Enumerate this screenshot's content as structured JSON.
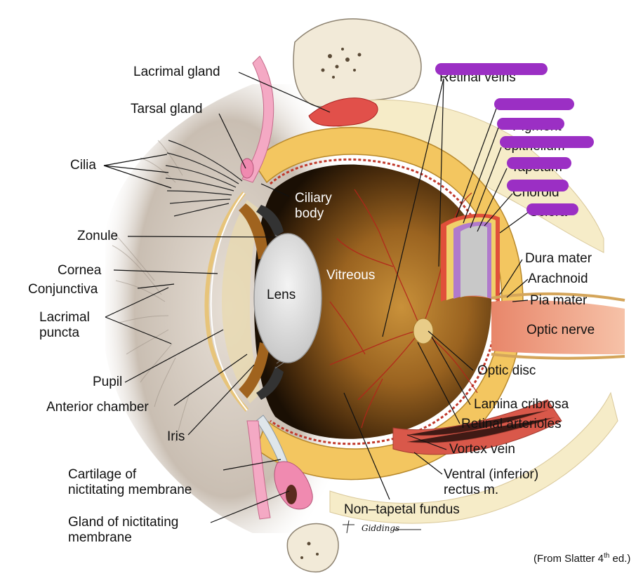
{
  "labels": {
    "lacrimal_gland": "Lacrimal gland",
    "tarsal_gland": "Tarsal gland",
    "cilia": "Cilia",
    "ciliary_body": "Ciliary\nbody",
    "zonule": "Zonule",
    "cornea": "Cornea",
    "conjunctiva": "Conjunctiva",
    "lacrimal_puncta": "Lacrimal\npuncta",
    "lens": "Lens",
    "vitreous": "Vitreous",
    "pupil": "Pupil",
    "anterior_chamber": "Anterior chamber",
    "iris": "Iris",
    "cartilage_nictitating": "Cartilage of\nnictitating membrane",
    "gland_nictitating": "Gland of nictitating\nmembrane",
    "non_tapetal_fundus": "Non–tapetal fundus",
    "dura_mater": "Dura mater",
    "arachnoid": "Arachnoid",
    "pia_mater": "Pia mater",
    "optic_nerve": "Optic nerve",
    "optic_disc": "Optic disc",
    "lamina_cribrosa": "Lamina cribrosa",
    "retinal_arterioles": "Retinal arterioles",
    "vortex_vein": "Vortex vein",
    "ventral_rectus": "Ventral (inferior)\nrectus m."
  },
  "redacted_labels": {
    "retinal_veins": "Retinal veins",
    "pigment": "Pigment",
    "epithelium": "epithelium",
    "tapetum": "Tapetum",
    "choroid": "Choroid",
    "sclera": "Sclera"
  },
  "signature": "Giddings",
  "credit": {
    "prefix": "(From Slatter 4",
    "sup": "th",
    "suffix": " ed.)"
  },
  "colors": {
    "redaction": "#9b2fc4",
    "sclera": "#f3c660",
    "vitreous_dark": "#2a1a08",
    "vitreous_mid": "#8a5a1c",
    "fundus": "#c58a33",
    "iris": "#a0631e",
    "optic_nerve": "#ee9a7e",
    "gland_pink": "#f08ab0",
    "retina_red": "#e0503a",
    "muscle_red": "#d9584a"
  }
}
